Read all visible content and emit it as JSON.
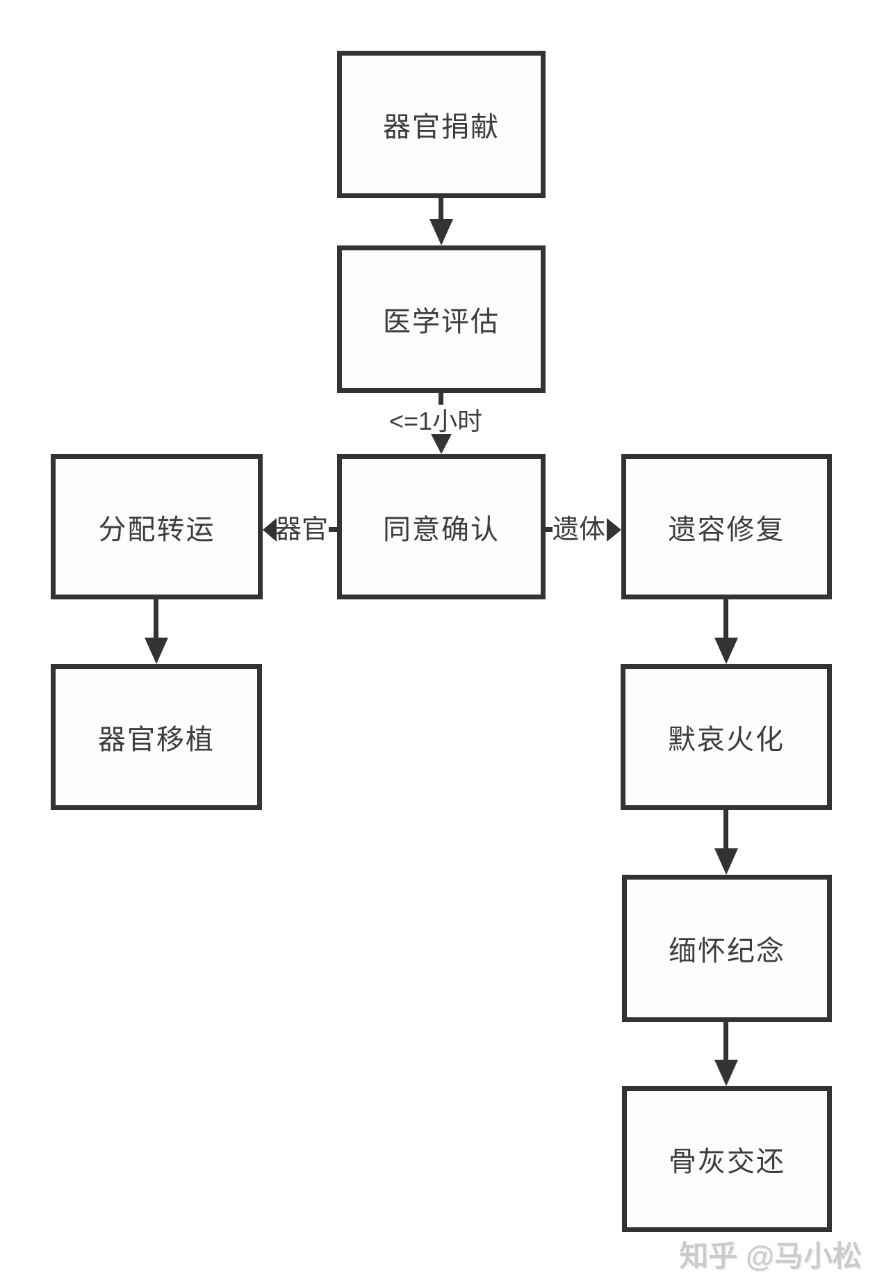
{
  "diagram": {
    "type": "flowchart",
    "background": "#ffffff",
    "line_color": "#333333",
    "text_color": "#3d3d3d"
  },
  "nodes": {
    "donation": {
      "label": "器官捐献"
    },
    "evaluation": {
      "label": "医学评估"
    },
    "consent": {
      "label": "同意确认"
    },
    "allocation": {
      "label": "分配转运"
    },
    "restoration": {
      "label": "遗容修复"
    },
    "transplant": {
      "label": "器官移植"
    },
    "cremation": {
      "label": "默哀火化"
    },
    "memorial": {
      "label": "缅怀纪念"
    },
    "ashes": {
      "label": "骨灰交还"
    }
  },
  "edge_labels": {
    "time": "<=1小时",
    "organ": "器官",
    "body": "遗体"
  },
  "watermark": {
    "text": "知乎 @马小松"
  }
}
